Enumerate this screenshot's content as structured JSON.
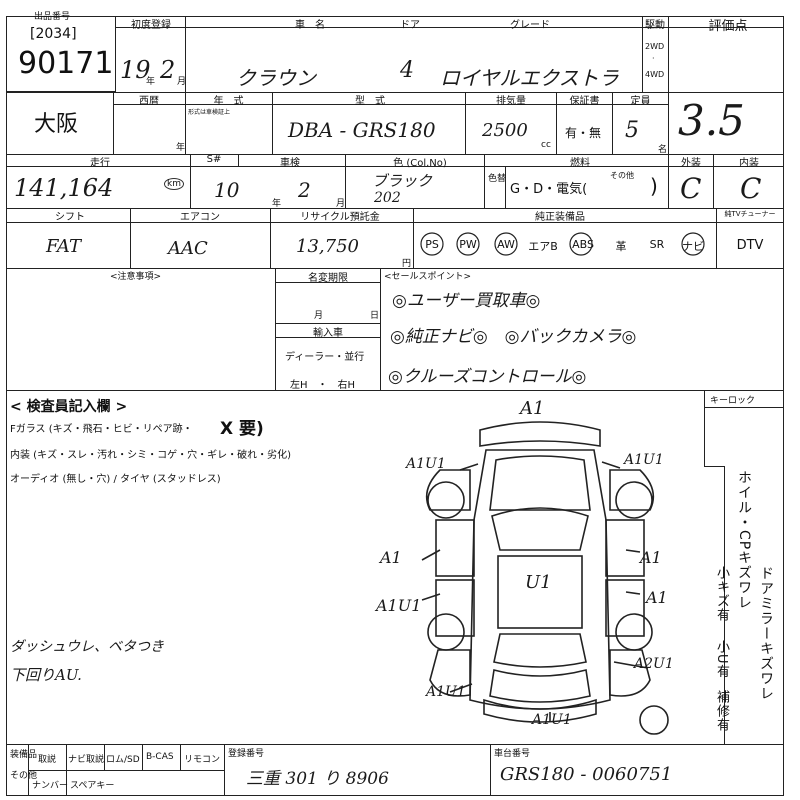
{
  "header": {
    "top_tag": "出品番号",
    "lot_code": "[2034]",
    "lot_number": "90171",
    "col_first_reg": "初度登録",
    "col_car_name": "車　名",
    "col_door": "ドア",
    "col_grade": "グレード",
    "col_drive": "駆動",
    "col_score": "評価点",
    "first_reg_year": "19",
    "first_reg_year_unit": "年",
    "first_reg_month": "2",
    "first_reg_month_unit": "月",
    "car_name": "クラウン",
    "door": "4",
    "grade": "ロイヤルエクストラ",
    "drive_2wd": "2WD",
    "drive_4wd": "4WD"
  },
  "row2": {
    "location": "大阪",
    "col_nishireki": "西暦",
    "col_model_year": "年　式",
    "model_year_sub": "形式は車検証上",
    "year_unit": "年",
    "col_model": "型　式",
    "model": "DBA - GRS180",
    "col_displacement": "排気量",
    "displacement": "2500",
    "cc_unit": "cc",
    "col_warranty": "保証書",
    "warranty": "有・無",
    "col_capacity": "定員",
    "capacity": "5",
    "capacity_unit": "名",
    "score": "3.5"
  },
  "row3": {
    "col_mileage": "走行",
    "col_s": "S#",
    "col_inspection": "車検",
    "col_color": "色 (Col.No)",
    "col_fuel": "燃料",
    "col_exterior": "外装",
    "col_interior": "内装",
    "mileage": "141,164",
    "mileage_unit": "km",
    "inspection_year": "10",
    "inspection_month": "2",
    "year_unit": "年",
    "month_unit": "月",
    "color": "ブラック",
    "color_no": "202",
    "color_change_label": "色替",
    "fuel_options": "G・D・電気(",
    "fuel_other": "その他",
    "fuel_close": ")",
    "exterior_grade": "C",
    "interior_grade": "C"
  },
  "row4": {
    "col_shift": "シフト",
    "col_aircon": "エアコン",
    "col_recycle": "リサイクル預託金",
    "col_equipment": "純正装備品",
    "col_tv": "純TVチューナー",
    "shift": "FAT",
    "aircon": "AAC",
    "recycle": "13,750",
    "yen_unit": "円",
    "equipment": [
      "PS",
      "PW",
      "AW",
      "エアB",
      "ABS",
      "革",
      "SR",
      "ナビ",
      "DTV"
    ]
  },
  "notes": {
    "col_notes": "<注意事項>",
    "col_name_change": "名変期限",
    "month_label": "月",
    "day_label": "日",
    "col_import": "輸入車",
    "import_type": "ディーラー・並行",
    "handle": "左H　・　右H",
    "col_sales": "<セールスポイント>",
    "sales_points": [
      "◎ユーザー買取車◎",
      "◎純正ナビ◎　◎バックカメラ◎",
      "◎クルーズコントロール◎"
    ]
  },
  "inspection": {
    "title": "< 検査員記入欄 >",
    "glass": "Fガラス (キズ・飛石・ヒビ・リペア跡・",
    "glass_flag": "X 要)",
    "interior": "内装 (キズ・スレ・汚れ・シミ・コゲ・穴・ギレ・破れ・劣化)",
    "audio": "オーディオ (無し・穴) / タイヤ (スタッドレス)",
    "key_lock": "キーロック",
    "handwritten_note_1": "ダッシュウレ、ベタつき",
    "handwritten_note_2": "下回りAU."
  },
  "diagram_marks": [
    "A1",
    "A1U1",
    "A1U1",
    "A1",
    "U1",
    "A1",
    "A1U1",
    "A1",
    "A2U1",
    "A1U1",
    "A1U1"
  ],
  "legend_vertical": [
    "ホイル・CPキズワレ",
    "小キズ有",
    "ドアミラーキズワレ",
    "小U有",
    "補修有"
  ],
  "footer": {
    "col_other": "装備品",
    "col_other2": "その他",
    "col_manual": "取説",
    "col_navi_manual": "ナビ取説",
    "col_romsd": "ロム/SD",
    "col_bcas": "B-CAS",
    "col_remote": "リモコン",
    "col_number": "ナンバー",
    "col_spare_key": "スペアキー",
    "col_reg_no": "登録番号",
    "reg_no": "三重 301 り 8906",
    "col_chassis": "車台番号",
    "chassis": "GRS180 - 0060751"
  }
}
